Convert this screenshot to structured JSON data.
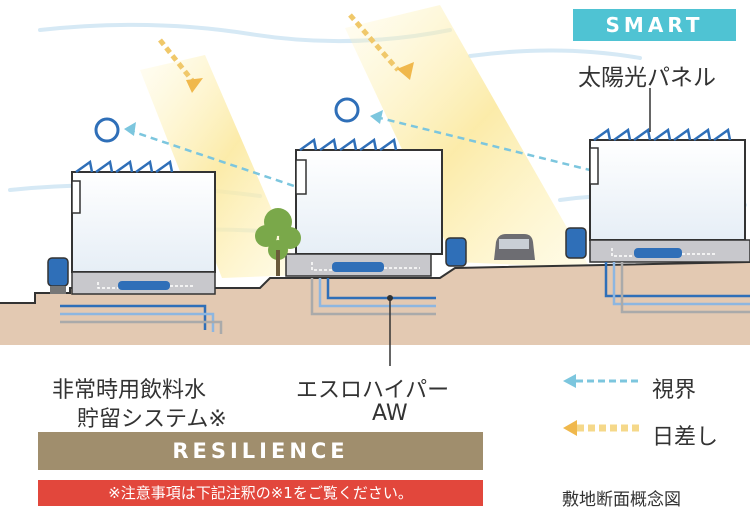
{
  "badge_smart": "SMART",
  "labels": {
    "solar_panel": "太陽光パネル",
    "storage_line1": "非常時用飲料水",
    "storage_line2": "貯留システム※",
    "eslo_line1": "エスロハイパー",
    "eslo_line2": "AW",
    "legend_view": "視界",
    "legend_sun": "日差し",
    "caption": "敷地断面概念図"
  },
  "resilience_label": "RESILIENCE",
  "note": "※注意事項は下記注釈の※1をご覧ください。",
  "colors": {
    "smart_badge": "#4fc3d3",
    "resilience_band": "#a08e6d",
    "note_band": "#e2473c",
    "ground": "#e3c9b2",
    "sunlight": "#fbe9a0",
    "view_line": "#7cc6de",
    "pipe_blue": "#2f6fb8"
  }
}
